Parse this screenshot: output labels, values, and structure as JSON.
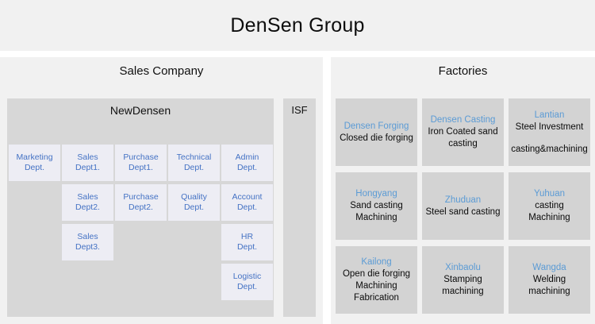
{
  "header": {
    "title": "DenSen Group"
  },
  "colors": {
    "page_bg": "#ffffff",
    "panel_bg": "#f1f1f1",
    "group_box_bg": "#d7d7d7",
    "dept_box_bg": "#ededf4",
    "dept_text": "#4472c4",
    "factory_card_bg": "#d3d3d3",
    "factory_name_text": "#5b9bd5",
    "factory_body_text": "#0b0b0b"
  },
  "sales_panel": {
    "heading": "Sales Company",
    "newdensen": {
      "label": "NewDensen",
      "departments": [
        {
          "name": "marketing-dept",
          "line1": "Marketing",
          "line2": "Dept.",
          "col": 0,
          "row": 0
        },
        {
          "name": "sales-dept1",
          "line1": "Sales",
          "line2": "Dept1.",
          "col": 1,
          "row": 0
        },
        {
          "name": "purchase-dept1",
          "line1": "Purchase",
          "line2": "Dept1.",
          "col": 2,
          "row": 0
        },
        {
          "name": "technical-dept",
          "line1": "Technical",
          "line2": "Dept.",
          "col": 3,
          "row": 0
        },
        {
          "name": "admin-dept",
          "line1": "Admin",
          "line2": "Dept.",
          "col": 4,
          "row": 0
        },
        {
          "name": "sales-dept2",
          "line1": "Sales",
          "line2": "Dept2.",
          "col": 1,
          "row": 1
        },
        {
          "name": "purchase-dept2",
          "line1": "Purchase",
          "line2": "Dept2.",
          "col": 2,
          "row": 1
        },
        {
          "name": "quality-dept",
          "line1": "Quality",
          "line2": "Dept.",
          "col": 3,
          "row": 1
        },
        {
          "name": "account-dept",
          "line1": "Account",
          "line2": "Dept.",
          "col": 4,
          "row": 1
        },
        {
          "name": "sales-dept3",
          "line1": "Sales",
          "line2": "Dept3.",
          "col": 1,
          "row": 2
        },
        {
          "name": "hr-dept",
          "line1": "HR",
          "line2": "Dept.",
          "col": 4,
          "row": 2
        },
        {
          "name": "logistic-dept",
          "line1": "Logistic",
          "line2": "Dept.",
          "col": 4,
          "row": 3
        }
      ]
    },
    "isf": {
      "label": "ISF"
    }
  },
  "factories_panel": {
    "heading": "Factories",
    "cards": [
      {
        "name": "densen-forging",
        "title": "Densen Forging",
        "lines": [
          "Closed die forging"
        ],
        "spacer_before_last": false,
        "col": 0,
        "row": 0
      },
      {
        "name": "densen-casting",
        "title": "Densen Casting",
        "lines": [
          "Iron Coated sand",
          "casting"
        ],
        "spacer_before_last": false,
        "col": 1,
        "row": 0
      },
      {
        "name": "lantian",
        "title": "Lantian",
        "lines": [
          "Steel Investment",
          "casting&machining"
        ],
        "spacer_before_last": true,
        "col": 2,
        "row": 0
      },
      {
        "name": "hongyang",
        "title": "Hongyang",
        "lines": [
          "Sand casting",
          "Machining"
        ],
        "spacer_before_last": false,
        "col": 0,
        "row": 1
      },
      {
        "name": "zhuduan",
        "title": "Zhuduan",
        "lines": [
          "Steel sand casting"
        ],
        "spacer_before_last": false,
        "col": 1,
        "row": 1
      },
      {
        "name": "yuhuan",
        "title": "Yuhuan",
        "lines": [
          "casting",
          "Machining"
        ],
        "spacer_before_last": false,
        "col": 2,
        "row": 1
      },
      {
        "name": "kailong",
        "title": "Kailong",
        "lines": [
          "Open die forging",
          "Machining",
          "Fabrication"
        ],
        "spacer_before_last": false,
        "col": 0,
        "row": 2
      },
      {
        "name": "xinbaolu",
        "title": "Xinbaolu",
        "lines": [
          "Stamping",
          "machining"
        ],
        "spacer_before_last": false,
        "col": 1,
        "row": 2
      },
      {
        "name": "wangda",
        "title": "Wangda",
        "lines": [
          "Welding",
          "machining"
        ],
        "spacer_before_last": false,
        "col": 2,
        "row": 2
      }
    ]
  }
}
